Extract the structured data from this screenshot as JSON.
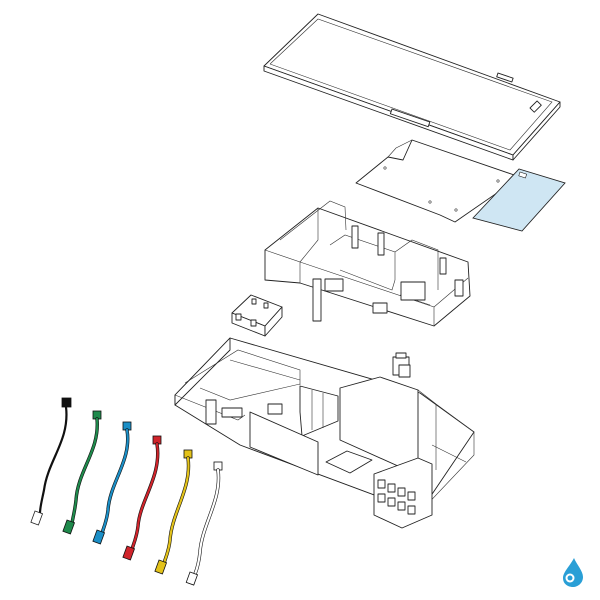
{
  "diagram": {
    "parts": [
      {
        "name": "top-cover-panel"
      },
      {
        "name": "inner-plate"
      },
      {
        "name": "blue-insulation-pad",
        "color": "#cfe6f3"
      },
      {
        "name": "upper-frame-assembly"
      },
      {
        "name": "small-terminal-block"
      },
      {
        "name": "fan-motor-connector"
      },
      {
        "name": "base-chassis-pcb-tray"
      }
    ],
    "sensor_cables": [
      {
        "name": "sensor-cable-black",
        "color": "#111111"
      },
      {
        "name": "sensor-cable-green",
        "color": "#1f8a4c"
      },
      {
        "name": "sensor-cable-cyan",
        "color": "#1b8fc7"
      },
      {
        "name": "sensor-cable-red",
        "color": "#d0242b"
      },
      {
        "name": "sensor-cable-yellow",
        "color": "#e3c21a"
      },
      {
        "name": "sensor-cable-white",
        "color": "#ffffff"
      }
    ],
    "brand_logo": {
      "name": "water-drop-logo",
      "color": "#2a9fd6"
    }
  }
}
